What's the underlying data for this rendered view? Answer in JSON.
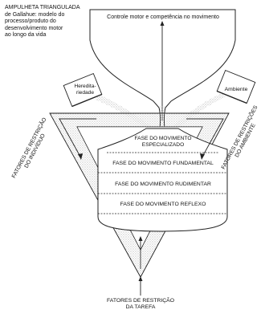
{
  "caption": "AMPULHETA TRIANGULADA\nde Gallahue: modelo do\nprocesso/produto do\ndesenvolvimento motor\nao longo da vida",
  "top_label": "Controle motor e competência no movimento",
  "box_left": [
    "Heredita-",
    "riedade"
  ],
  "box_right": "Ambiente",
  "side_left": [
    "FATORES DE RESTRIÇÃO",
    "DO INDIVÍDUO"
  ],
  "side_right": [
    "FATORES DE RESTRIÇÕES",
    "DO AMBIENTE"
  ],
  "phases": {
    "specialized": [
      "FASE DO MOVIMENTO",
      "ESPECIALIZADO"
    ],
    "fundamental": "FASE DO MOVIMENTO FUNDAMENTAL",
    "rudimentary": "FASE DO MOVIMENTO RUDIMENTAR",
    "reflex": "FASE DO MOVIMENTO REFLEXO"
  },
  "bottom_label": [
    "FATORES DE RESTRIÇÃO",
    "DA TAREFA"
  ]
}
